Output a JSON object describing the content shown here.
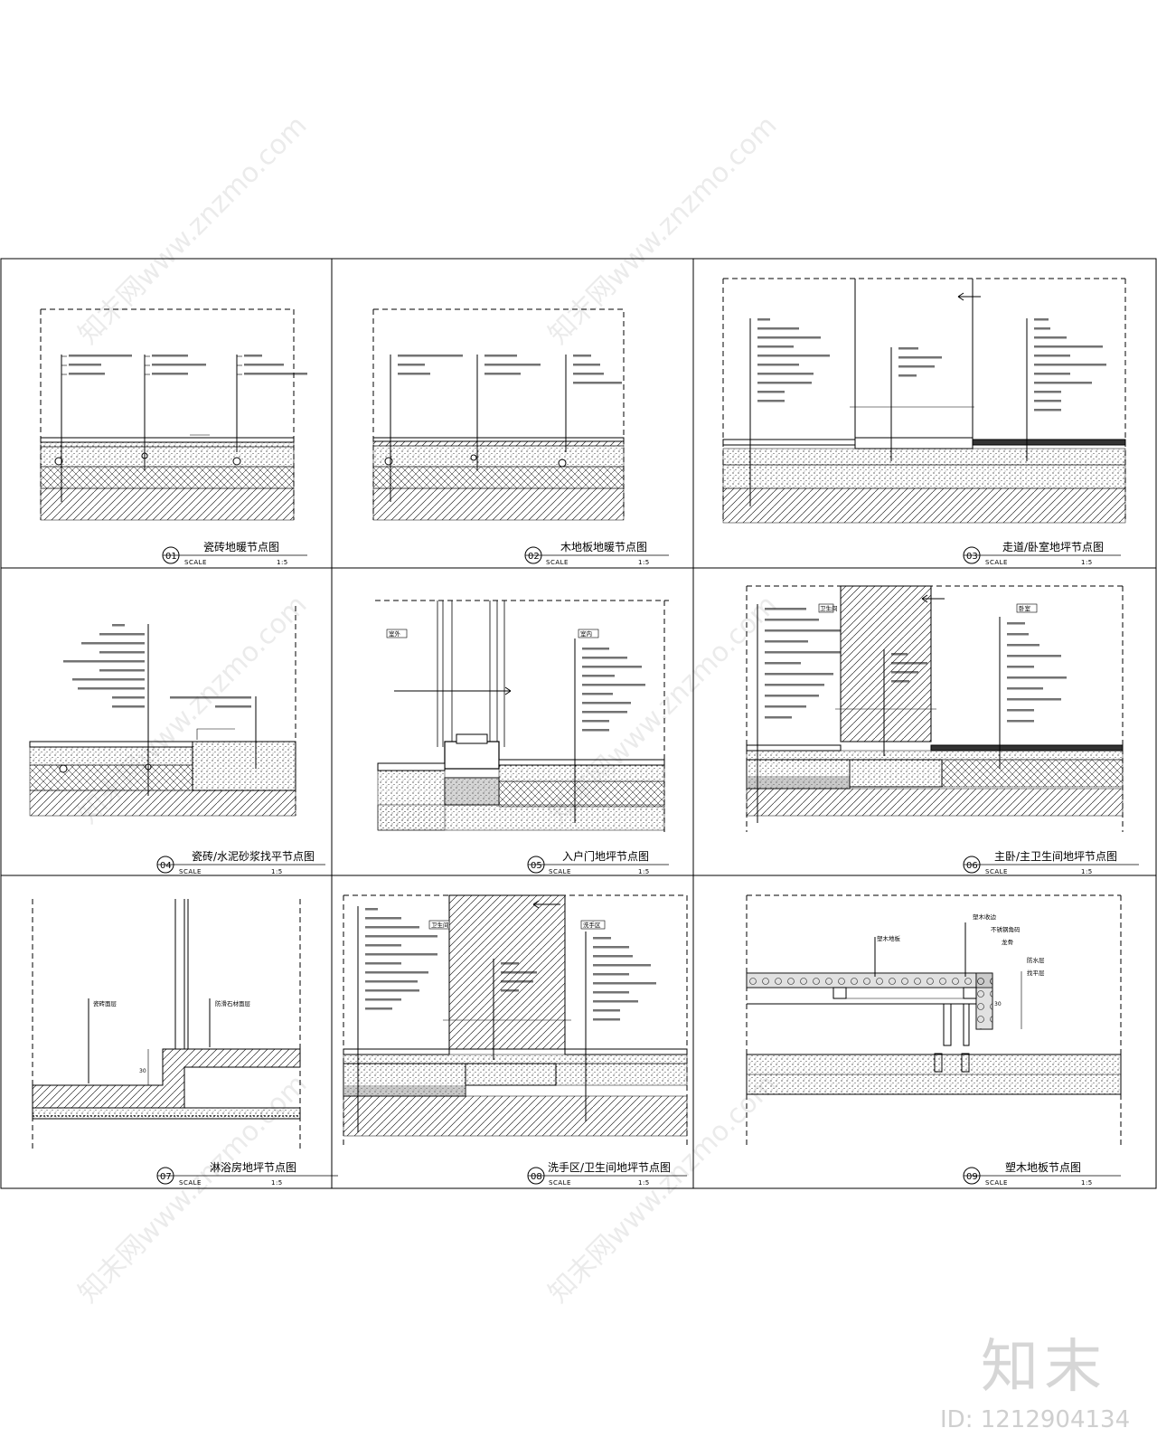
{
  "sheet": {
    "scale_word": "SCALE",
    "scale_value": "1:5",
    "details": [
      {
        "num": "01",
        "title": "瓷砖地暖节点图"
      },
      {
        "num": "02",
        "title": "木地板地暖节点图"
      },
      {
        "num": "03",
        "title": "走道/卧室地坪节点图"
      },
      {
        "num": "04",
        "title": "瓷砖/水泥砂浆找平节点图"
      },
      {
        "num": "05",
        "title": "入户门地坪节点图"
      },
      {
        "num": "06",
        "title": "主卧/主卫生间地坪节点图"
      },
      {
        "num": "07",
        "title": "淋浴房地坪节点图"
      },
      {
        "num": "08",
        "title": "洗手区/卫生间地坪节点图"
      },
      {
        "num": "09",
        "title": "塑木地板节点图"
      }
    ],
    "tags": {
      "t05_left": "室外",
      "t05_right": "室内",
      "t06_left": "卫生间",
      "t06_right": "卧室",
      "t08_left": "卫生间",
      "t08_right": "洗手区"
    },
    "notes_07": {
      "left": "瓷砖面层",
      "right": "防滑石材面层",
      "dim": "30"
    },
    "notes_09": {
      "left": "塑木地板",
      "right": [
        "塑木收边",
        "不锈钢角码",
        "龙骨",
        "防水层",
        "找平层"
      ],
      "dim": "30"
    }
  },
  "watermark": {
    "logo": "知末",
    "id": "ID: 1212904134",
    "diagonal": "知末网www.znzmo.com"
  }
}
